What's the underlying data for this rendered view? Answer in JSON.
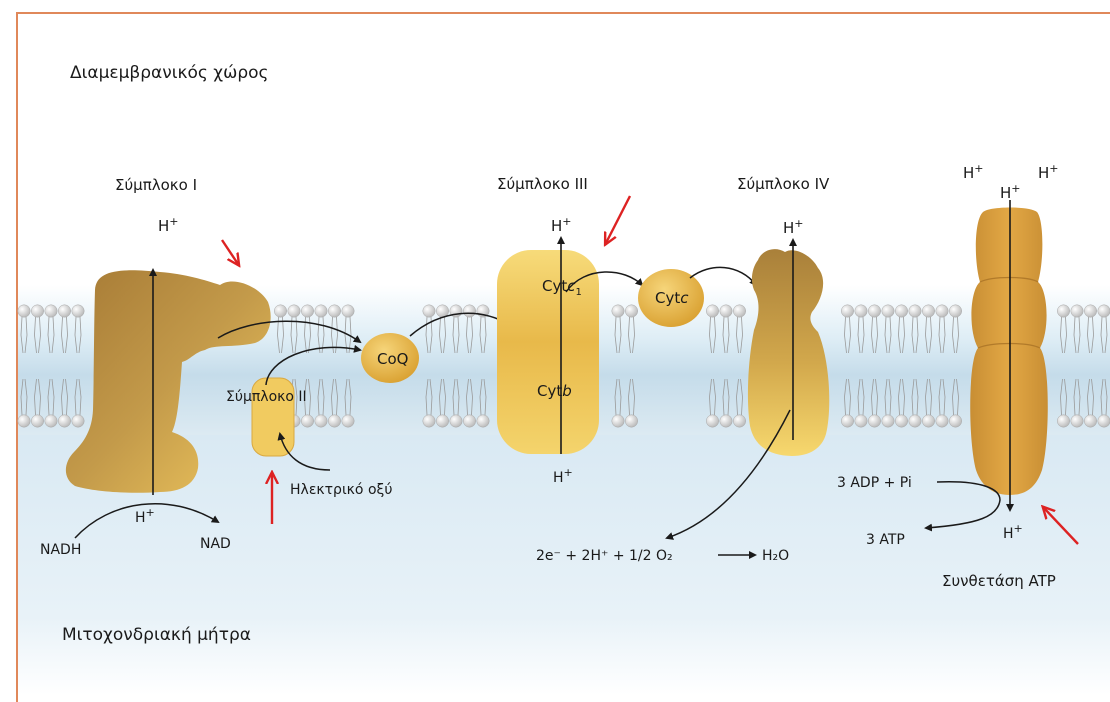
{
  "regions": {
    "intermembrane_space": "Διαμεμβρανικός χώρος",
    "matrix": "Μιτοχονδριακή μήτρα"
  },
  "complexes": {
    "complex_1": "Σύμπλοκο I",
    "complex_2": "Σύμπλοκο II",
    "complex_3": "Σύμπλοκο III",
    "complex_4": "Σύμπλοκο IV",
    "atp_synthase": "Συνθετάση ATP"
  },
  "carriers": {
    "coq": "CoQ",
    "cytc_base": "Cyt",
    "cytc_italic": "c",
    "cytc1_italic": "c",
    "cytc1_sub": "1",
    "cytb_italic": "b"
  },
  "ions": {
    "h": "H",
    "plus": "+"
  },
  "reactions": {
    "nadh": "NADH",
    "nad": "NAD",
    "succinate": "Ηλεκτρικό οξύ",
    "adp_pi": "3 ADP + Pi",
    "atp": "3 ATP",
    "oxygen_reaction": "2e⁻ + 2H⁺ + 1/2 O₂",
    "water": "H₂O"
  },
  "colors": {
    "frame": "#e0885a",
    "membrane_band": "#cfe2ec",
    "matrix_band": "#dcebf4",
    "complex_dark": "#b5883e",
    "complex_light": "#f3cf6c",
    "carrier": "#e8b43c",
    "lipid_head": "#d9d9d9",
    "arrow_red": "#dd2222"
  }
}
